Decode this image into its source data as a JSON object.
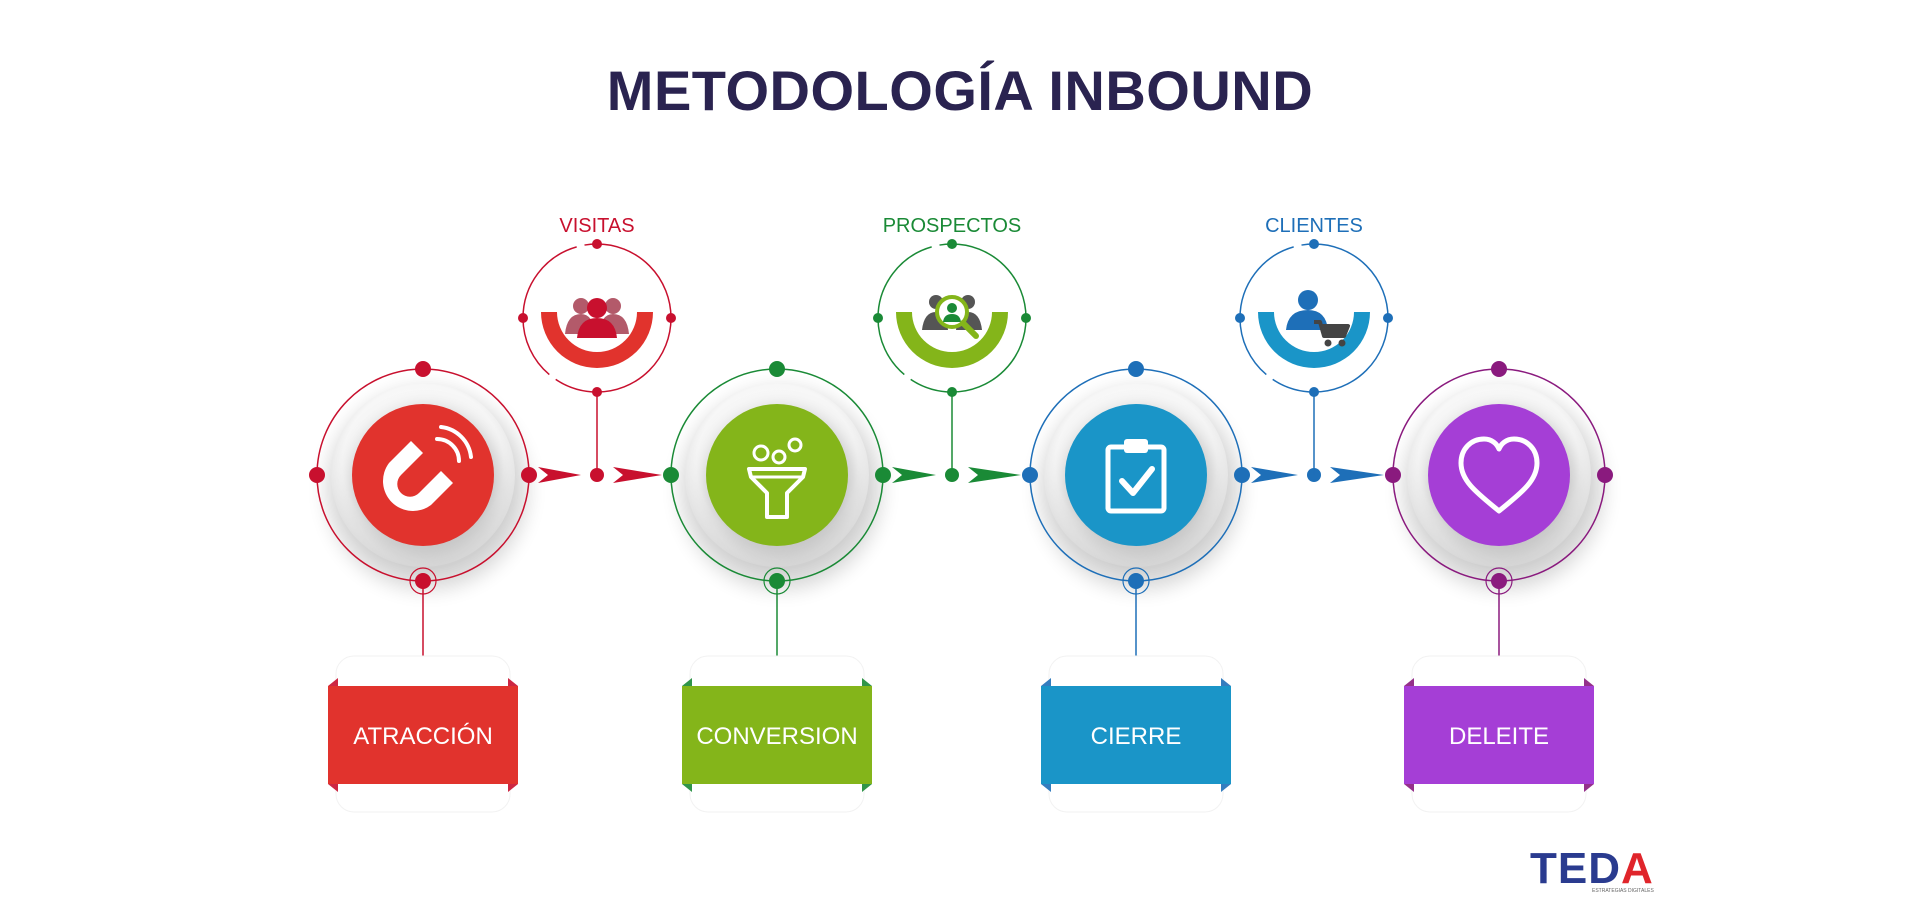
{
  "title": "METODOLOGÍA INBOUND",
  "stages": [
    {
      "label": "ATRACCIÓN",
      "color": "#e1332d",
      "ring": "#c8102e",
      "icon": "magnet-icon"
    },
    {
      "label": "CONVERSION",
      "color": "#84b51a",
      "ring": "#1a8a36",
      "icon": "funnel-icon"
    },
    {
      "label": "CIERRE",
      "color": "#1a95c8",
      "ring": "#1e6fb8",
      "icon": "clipboard-check-icon"
    },
    {
      "label": "DELEITE",
      "color": "#a53ed6",
      "ring": "#8a1a7e",
      "icon": "heart-icon"
    }
  ],
  "milestones": [
    {
      "label": "VISITAS",
      "color": "#c8102e",
      "arc": "#e1332d",
      "icon": "people-group-icon"
    },
    {
      "label": "PROSPECTOS",
      "color": "#1a8a36",
      "arc": "#84b51a",
      "icon": "people-search-icon"
    },
    {
      "label": "CLIENTES",
      "color": "#1e6fb8",
      "arc": "#1a95c8",
      "icon": "user-cart-icon"
    }
  ],
  "logo": {
    "text_main": "TED",
    "text_accent": "A",
    "subtitle": "ESTRATEGIAS DIGITALES"
  }
}
